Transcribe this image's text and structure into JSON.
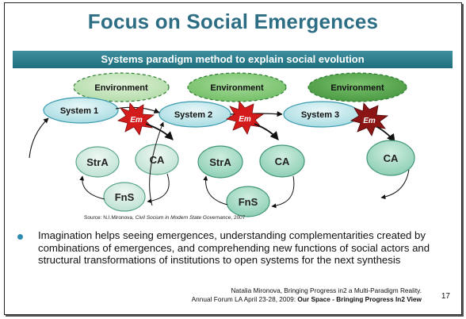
{
  "slide": {
    "title": "Focus on Social Emergences",
    "banner": "Systems paradigm method to explain social evolution",
    "source_prefix": "Source: N.I.Mironova, ",
    "source_italic": "Civil Socium in Modern State Governance",
    "source_suffix": ", 2007",
    "bullet": "Imagination helps seeing emergences, understanding complementarities created by combinations of emergences, and comprehending new functions of social actors and structural transformations of institutions to open systems for the next synthesis",
    "footer_line1": "Natalia Mironova, Bringing Progress in2 a Multi-Paradigm Reality.",
    "footer_line2_prefix": "Annual Forum LA April 23-28, 2009: ",
    "footer_line2_bold": "Our Space - Bringing Progress In2 View",
    "page_number": "17"
  },
  "diagram": {
    "environments": [
      "Environment",
      "Environment",
      "Environment"
    ],
    "systems": [
      "System 1",
      "System 2",
      "System 3"
    ],
    "emergence": "Em",
    "group1": {
      "stra": "StrA",
      "ca": "CA",
      "fns": "FnS"
    },
    "group2": {
      "stra": "StrA",
      "ca": "CA",
      "fns": "FnS"
    },
    "group3": {
      "ca": "CA"
    },
    "colors": {
      "title": "#2e6e84",
      "banner": "#2a7d8d",
      "env1": "#c8e6c0",
      "env2": "#8fcc84",
      "env3": "#5aa852",
      "system": "#bfe6ea",
      "node_light": "#d2ece4",
      "node_mid": "#a9d9c6",
      "star": "#d41b1b"
    }
  }
}
